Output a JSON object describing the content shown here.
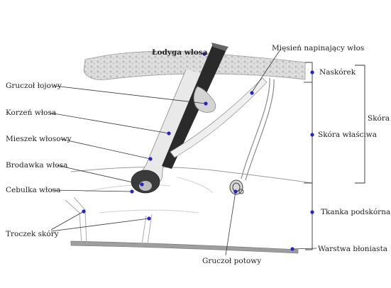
{
  "diagram": {
    "labels": {
      "hair_shaft": "Łodyga włosa",
      "arrector_pili": "Mięsień napinający włos",
      "sebaceous_gland": "Gruczoł łojowy",
      "hair_root": "Korzeń włosa",
      "hair_follicle": "Mieszek włosowy",
      "hair_papilla": "Brodawka włosa",
      "hair_bulb": "Cebulka włosa",
      "skin_trabecula": "Troczek skóry",
      "sweat_gland": "Gruczoł potowy",
      "epidermis": "Naskórek",
      "dermis": "Skóra właściwa",
      "skin": "Skóra",
      "hypodermis": "Tkanka podskórna",
      "membrane_layer": "Warstwa błoniasta"
    },
    "colors": {
      "marker": "#2323c8",
      "hair": "#2a2a2a",
      "epidermis_fill": "#d9d9d9",
      "line": "#333333"
    }
  }
}
